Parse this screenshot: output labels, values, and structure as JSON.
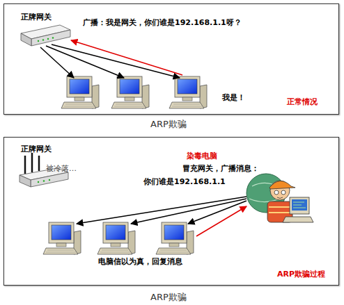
{
  "diagram": {
    "nodes": [
      {
        "text": [
          "广播：我是网关，你们谁是192.168.1.1呀？",
          "我是！",
          "正常情况"
        ]
      },
      {
        "text": [
          "正牌网关"
        ],
        "in": 0
      },
      {
        "text": [
          "染毒电脑",
          "冒充网关，广播消息：",
          "你们谁是192.168.1.1",
          "电脑信以为真，回复消息",
          "ARP欺骗过程"
        ]
      },
      {
        "text": [
          "正牌网关",
          "被冷落…"
        ],
        "in": 2
      }
    ],
    "labels": [
      "ARP欺骗",
      "ARP欺骗"
    ]
  }
}
